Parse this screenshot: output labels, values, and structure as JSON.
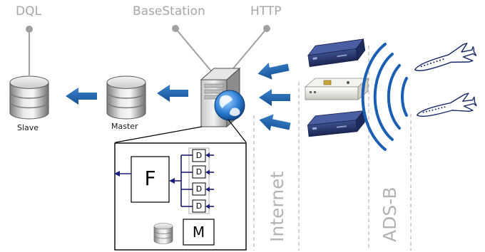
{
  "labels": {
    "dql": "DQL",
    "basestation": "BaseStation",
    "http": "HTTP",
    "slave": "Slave",
    "master": "Master",
    "internet": "Internet",
    "adsb": "ADS-B"
  },
  "box": {
    "f": "F",
    "d": "D",
    "m": "M"
  },
  "colors": {
    "arrow_blue": "#1f5fa8",
    "connector_gray": "#a0a0a0",
    "navy_line": "#1c1c7a",
    "signal_blue": "#1a5fb4",
    "label_gray": "#a6a6a6"
  },
  "icons": [
    "database-icon",
    "server-icon",
    "globe-icon",
    "receiver-device-icon",
    "airplane-icon",
    "radio-waves-icon"
  ]
}
